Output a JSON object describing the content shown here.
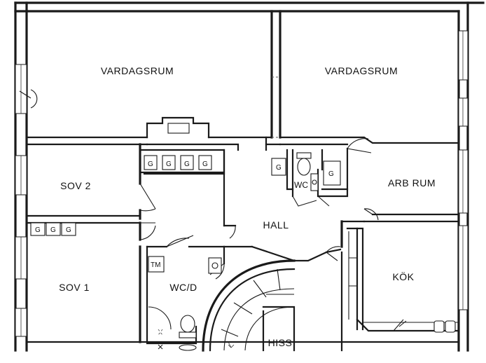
{
  "rooms": {
    "vardagsrum_left": "VARDAGSRUM",
    "vardagsrum_right": "VARDAGSRUM",
    "sov2": "SOV  2",
    "sov1": "SOV  1",
    "hall": "HALL",
    "arb_rum": "ARB  RUM",
    "kok": "KÖK",
    "wc_d": "WC/D",
    "wc": "WC",
    "hiss": "HISS"
  },
  "fixtures": {
    "closet": "G",
    "tm": "TM"
  }
}
